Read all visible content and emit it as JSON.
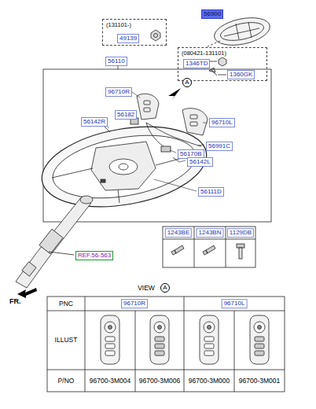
{
  "diagram": {
    "nodes": [
      {
        "text": [
          "(131101-)",
          "49139"
        ]
      },
      {
        "text": [
          "(080421-131101)",
          "1346TD",
          "1360GK"
        ]
      }
    ],
    "labels": [
      "56900",
      "56110",
      "96710R",
      "56182",
      "56142R",
      "96710L",
      "56991C",
      "56170B",
      "56142L",
      "56111D",
      "A",
      "REF.56-563",
      "1243BE",
      "1243BN",
      "1129DB",
      "FR.",
      "VIEW",
      "A",
      "PNC",
      "96710R",
      "96710L",
      "ILLUST",
      "P/NO",
      "96700-3M004",
      "96700-3M006",
      "96700-3M000",
      "96700-3M001"
    ]
  }
}
